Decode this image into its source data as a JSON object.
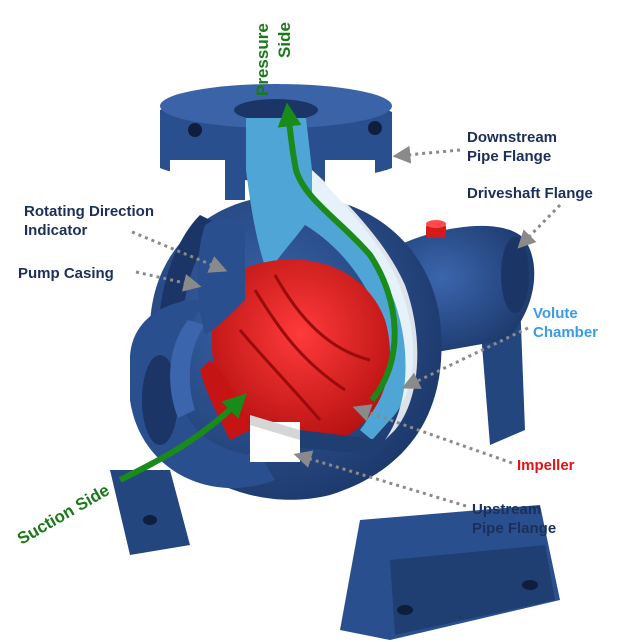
{
  "labels": {
    "pressure_side": [
      "Pressure",
      "Side"
    ],
    "downstream_pipe_flange": [
      "Downstream",
      "Pipe Flange"
    ],
    "driveshaft_flange": "Driveshaft Flange",
    "rotating_direction_indicator": [
      "Rotating Direction",
      "Indicator"
    ],
    "pump_casing": "Pump Casing",
    "volute_chamber": [
      "Volute",
      "Chamber"
    ],
    "impeller": "Impeller",
    "suction_side": "Suction Side",
    "upstream_pipe_flange": [
      "Upstream",
      "Pipe Flange"
    ]
  },
  "colors": {
    "casing": "#2a4f8f",
    "casing_dark": "#1a3566",
    "volute": "#4fa6d6",
    "impeller": "#e01b1b",
    "flow_arrow": "#1a8a1a",
    "label_text": "#1c2f5a",
    "volute_label": "#3c9be6",
    "impeller_label": "#e01414",
    "leader_line": "#8a8a8a"
  }
}
